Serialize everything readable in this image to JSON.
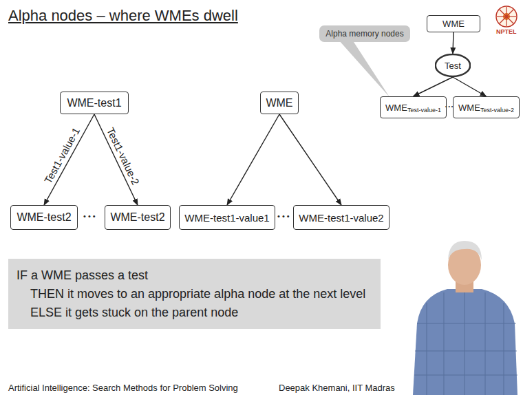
{
  "diagram": {
    "title": "Alpha nodes – where WMEs dwell",
    "nodes": [
      {
        "text": [
          "Alpha memory nodes"
        ]
      },
      {
        "text": [
          "WME"
        ]
      },
      {
        "text": [
          "Test"
        ]
      },
      {
        "text": [
          "WME",
          "Test-value-1"
        ]
      },
      {
        "text": [
          "WME",
          "Test-value-2"
        ]
      },
      {
        "text": [
          "WME-test1"
        ]
      },
      {
        "text": [
          "WME-test2"
        ]
      },
      {
        "text": [
          "WME-test2"
        ]
      },
      {
        "text": [
          "WME"
        ]
      },
      {
        "text": [
          "WME-test1-value1"
        ]
      },
      {
        "text": [
          "WME-test1-value2"
        ]
      },
      {
        "text": [
          "IF a WME passes a test",
          "THEN it moves to an appropriate alpha node at the next level",
          "ELSE it gets stuck on the parent node"
        ]
      }
    ],
    "edges": [
      {
        "from": 1,
        "to": 2,
        "arrow": "to"
      },
      {
        "from": 2,
        "to": 3,
        "arrow": "to"
      },
      {
        "from": 2,
        "to": 4,
        "arrow": "to"
      },
      {
        "from": 5,
        "to": 6,
        "label": "Test1-value-1",
        "arrow": "to"
      },
      {
        "from": 5,
        "to": 7,
        "label": "Test1-value-2",
        "arrow": "to"
      },
      {
        "from": 8,
        "to": 9,
        "arrow": "to"
      },
      {
        "from": 8,
        "to": 10,
        "arrow": "to"
      }
    ],
    "labels": [
      "• • •",
      "• • •",
      "• • •",
      "NPTEL",
      "Artificial Intelligence: Search Methods for Problem Solving",
      "Deepak Khemani, IIT Madras"
    ]
  }
}
